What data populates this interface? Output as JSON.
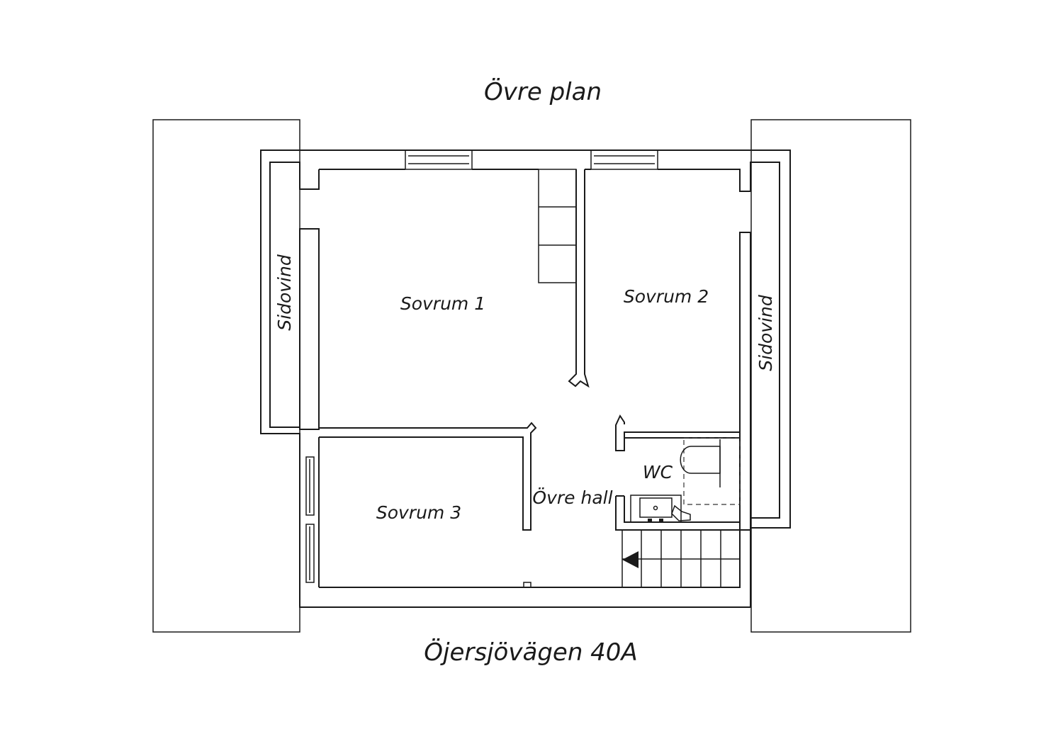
{
  "floor_title": "Övre plan",
  "address": "Öjersjövägen 40A",
  "rooms": {
    "bedroom_1": "Sovrum 1",
    "bedroom_2": "Sovrum 2",
    "bedroom_3": "Sovrum 3",
    "upper_hall": "Övre hall",
    "wc": "WC",
    "side_attic_left": "Sidovind",
    "side_attic_right": "Sidovind"
  },
  "icons": {
    "stair_direction": "arrow-left-icon",
    "toilet": "toilet-icon",
    "sink": "sink-icon"
  }
}
